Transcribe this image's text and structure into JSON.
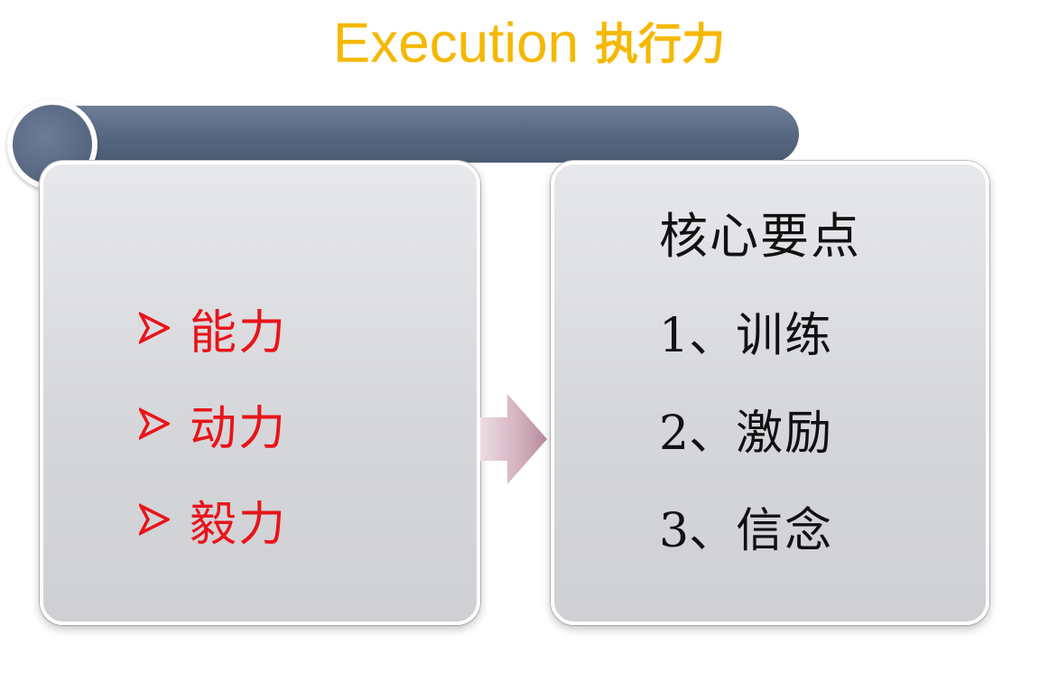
{
  "title": {
    "english": "Execution",
    "chinese": "执行力"
  },
  "left_card": {
    "items": [
      {
        "label": "能力"
      },
      {
        "label": "动力"
      },
      {
        "label": "毅力"
      }
    ]
  },
  "right_card": {
    "heading": "核心要点",
    "points": [
      {
        "number": "1、",
        "label": "训练"
      },
      {
        "number": "2、",
        "label": "激励"
      },
      {
        "number": "3、",
        "label": "信念"
      }
    ]
  },
  "colors": {
    "title": "#f5b800",
    "bullet": "#e8141a",
    "bar": "#56667f",
    "card": "#d6d7db",
    "arrow": "#c49aaa"
  },
  "icons": {
    "bullet": "arrowhead-bullet-icon",
    "connector": "right-arrow-icon"
  }
}
